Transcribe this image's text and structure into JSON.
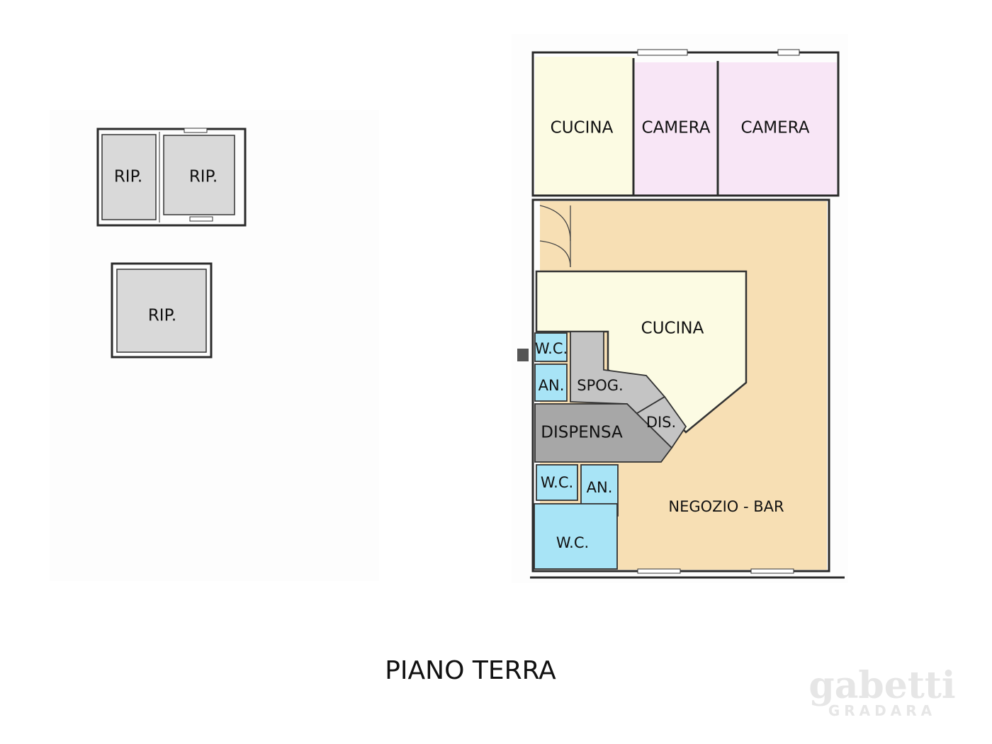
{
  "title": "PIANO TERRA",
  "watermark": {
    "brand": "gabetti",
    "place": "GRADARA"
  },
  "colors": {
    "storage": "#d9d9d9",
    "kitchen": "#fcfbe3",
    "bedroom": "#f8e6f6",
    "shop": "#f7dfb4",
    "bathroom": "#a8e4f6",
    "pantry": "#a7a7a7",
    "changing": "#c4c4c4",
    "walls": "#2b2b2b"
  },
  "rooms": {
    "rip_1": "RIP.",
    "rip_2": "RIP.",
    "rip_3": "RIP.",
    "cucina_top": "CUCINA",
    "camera_1": "CAMERA",
    "camera_2": "CAMERA",
    "cucina_main": "CUCINA",
    "wc_1": "W.C.",
    "an_1": "AN.",
    "spog": "SPOG.",
    "dis": "DIS.",
    "dispensa": "DISPENSA",
    "wc_2": "W.C.",
    "an_2": "AN.",
    "wc_3": "W.C.",
    "negozio": "NEGOZIO - BAR"
  }
}
